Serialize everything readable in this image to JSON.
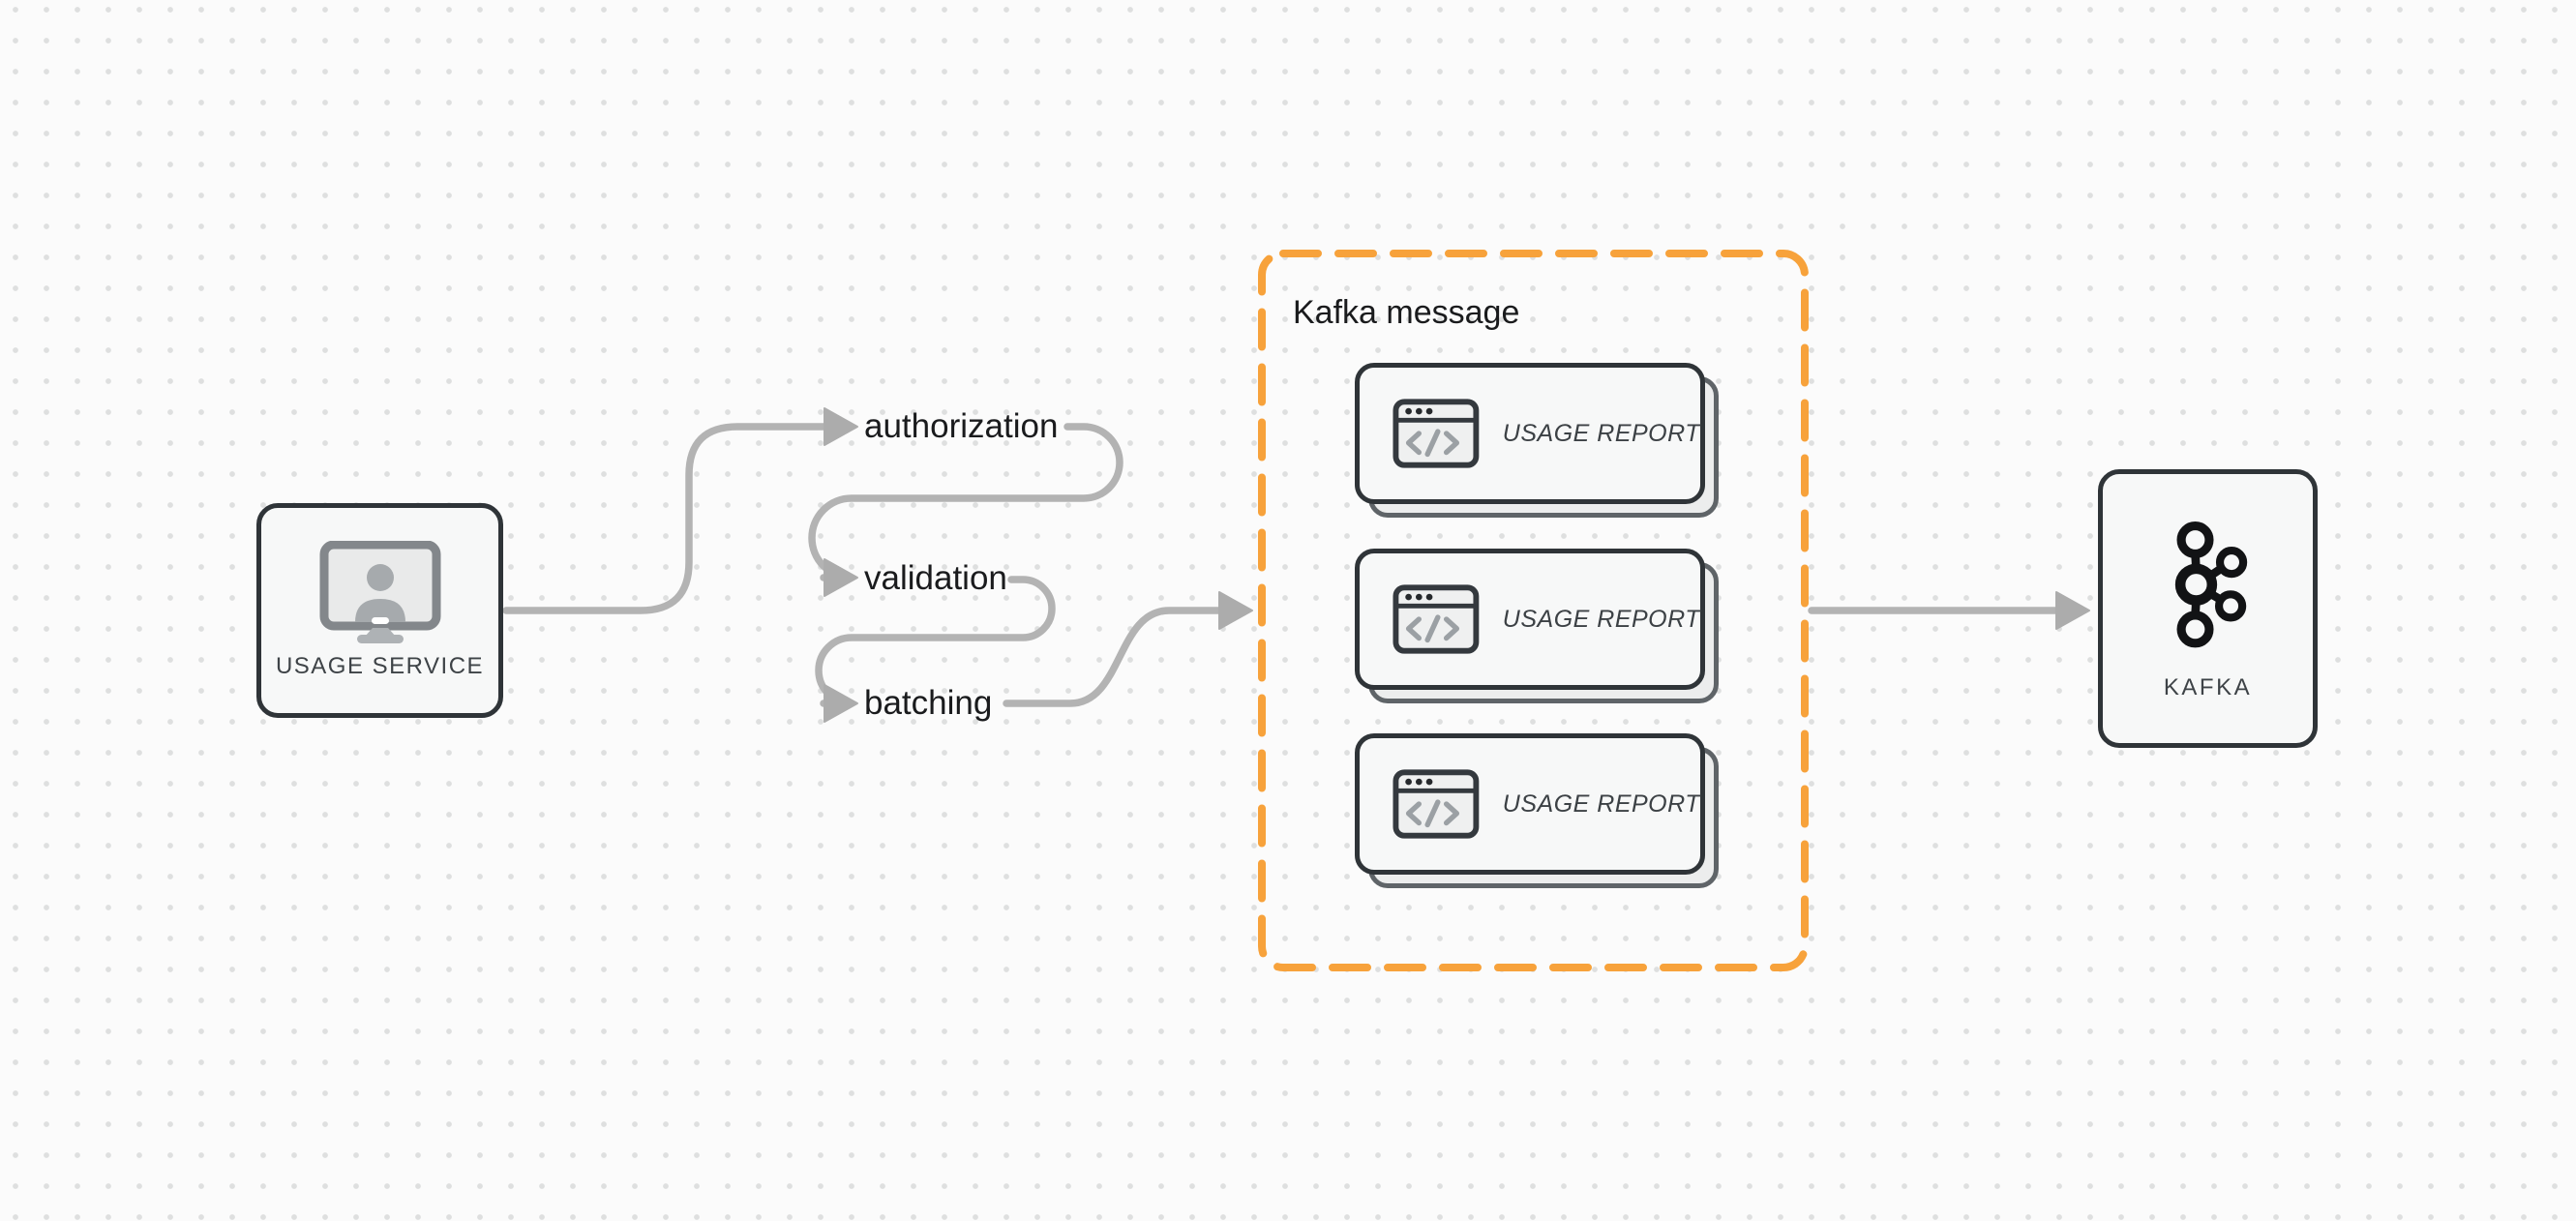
{
  "nodes": {
    "usage_service": {
      "label": "USAGE SERVICE",
      "icon": "monitor-user-icon"
    },
    "kafka": {
      "label": "KAFKA",
      "icon": "kafka-logo-icon"
    }
  },
  "pipeline_steps": [
    {
      "label": "authorization"
    },
    {
      "label": "validation"
    },
    {
      "label": "batching"
    }
  ],
  "kafka_message_group": {
    "title": "Kafka message",
    "cards": [
      {
        "label": "USAGE REPORT",
        "icon": "code-window-icon"
      },
      {
        "label": "USAGE REPORT",
        "icon": "code-window-icon"
      },
      {
        "label": "USAGE REPORT",
        "icon": "code-window-icon"
      }
    ]
  },
  "colors": {
    "accent_orange": "#F7A23B",
    "connector_gray": "#B3B3B3",
    "node_border": "#2F3438",
    "node_fill": "#F7F8F8",
    "text_dark": "#1A1B1D",
    "label_gray": "#3E4347",
    "background": "#FBFBFB",
    "dot_grid": "#DEDFDF"
  }
}
